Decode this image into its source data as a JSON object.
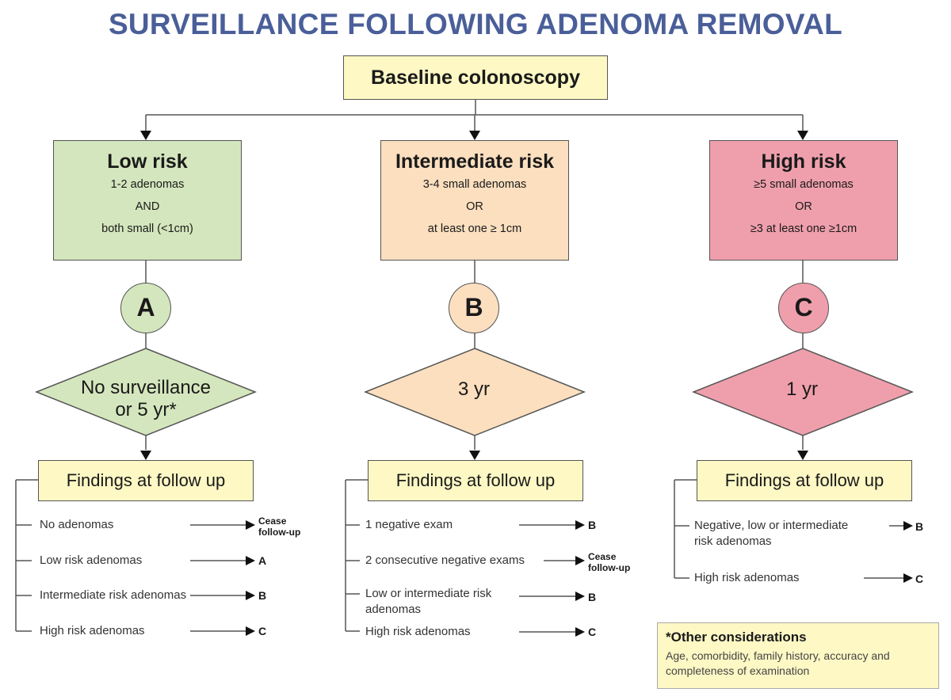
{
  "title": "SURVEILLANCE FOLLOWING ADENOMA REMOVAL",
  "baseline": "Baseline colonoscopy",
  "colors": {
    "title": "#4a5f99",
    "yellow": "#fdf8c4",
    "low": "#d4e6bd",
    "intermediate": "#fbdfbf",
    "high": "#ef9fac",
    "line": "#555555"
  },
  "columns": [
    {
      "title": "Low risk",
      "lines": [
        "1-2 adenomas",
        "AND",
        "both small (<1cm)"
      ],
      "letter": "A",
      "interval": [
        "No surveillance",
        "or 5 yr*"
      ],
      "findings": "Findings at follow up",
      "rows": [
        {
          "text": [
            "No adenomas"
          ],
          "target": [
            "Cease",
            "follow-up"
          ]
        },
        {
          "text": [
            "Low risk adenomas"
          ],
          "target": [
            "A"
          ]
        },
        {
          "text": [
            "Intermediate risk adenomas"
          ],
          "target": [
            "B"
          ]
        },
        {
          "text": [
            "High risk adenomas"
          ],
          "target": [
            "C"
          ]
        }
      ]
    },
    {
      "title": "Intermediate risk",
      "lines": [
        "3-4 small adenomas",
        "OR",
        "at least one ≥ 1cm"
      ],
      "letter": "B",
      "interval": [
        "3 yr"
      ],
      "findings": "Findings at follow up",
      "rows": [
        {
          "text": [
            "1 negative exam"
          ],
          "target": [
            "B"
          ]
        },
        {
          "text": [
            "2 consecutive negative exams"
          ],
          "target": [
            "Cease",
            "follow-up"
          ]
        },
        {
          "text": [
            "Low or intermediate risk",
            "adenomas"
          ],
          "target": [
            "B"
          ]
        },
        {
          "text": [
            "High risk adenomas"
          ],
          "target": [
            "C"
          ]
        }
      ]
    },
    {
      "title": "High risk",
      "lines": [
        "≥5 small adenomas",
        "OR",
        "≥3 at least one ≥1cm"
      ],
      "letter": "C",
      "interval": [
        "1 yr"
      ],
      "findings": "Findings at follow up",
      "rows": [
        {
          "text": [
            "Negative, low or intermediate",
            "risk adenomas"
          ],
          "target": [
            "B"
          ]
        },
        {
          "text": [
            "High risk adenomas"
          ],
          "target": [
            "C"
          ]
        }
      ]
    }
  ],
  "other": {
    "title": "*Other considerations",
    "body": "Age, comorbidity, family history, accuracy and completeness of examination"
  }
}
